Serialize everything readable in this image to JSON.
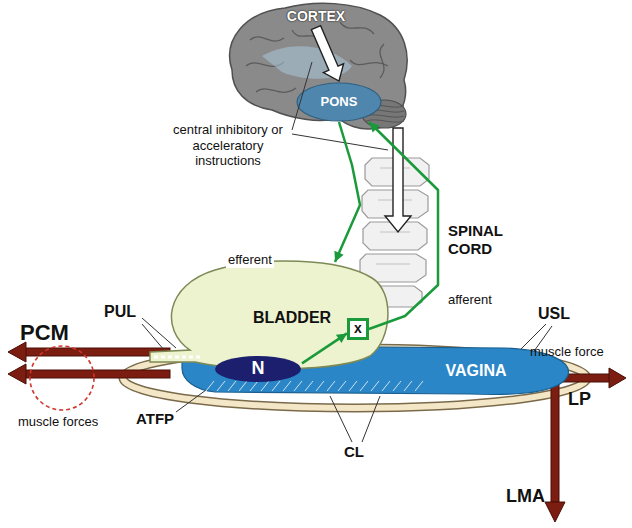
{
  "diagram": {
    "nodes": [
      {
        "text": [
          "CORTEX"
        ]
      },
      {
        "text": [
          "PONS"
        ],
        "in": 0
      },
      {
        "text": [
          "BLADDER"
        ]
      },
      {
        "text": [
          "N"
        ],
        "in": 2
      },
      {
        "text": [
          "x"
        ],
        "in": 2
      },
      {
        "text": [
          "VAGINA"
        ]
      }
    ],
    "edges": [
      {
        "from": 0,
        "to": 1,
        "arrow": "to"
      },
      {
        "from": 1,
        "to": 2,
        "label": "efferent",
        "arrow": "to"
      },
      {
        "from": 4,
        "to": 1,
        "label": "afferent",
        "arrow": "to"
      },
      {
        "from": 3,
        "to": 4,
        "arrow": "to"
      }
    ],
    "labels": [
      "central inhibitory or acceleratory instructions",
      "SPINAL CORD",
      "PCM",
      "muscle forces",
      "PUL",
      "ATFP",
      "CL",
      "USL",
      "muscle force",
      "LP",
      "LMA"
    ]
  }
}
